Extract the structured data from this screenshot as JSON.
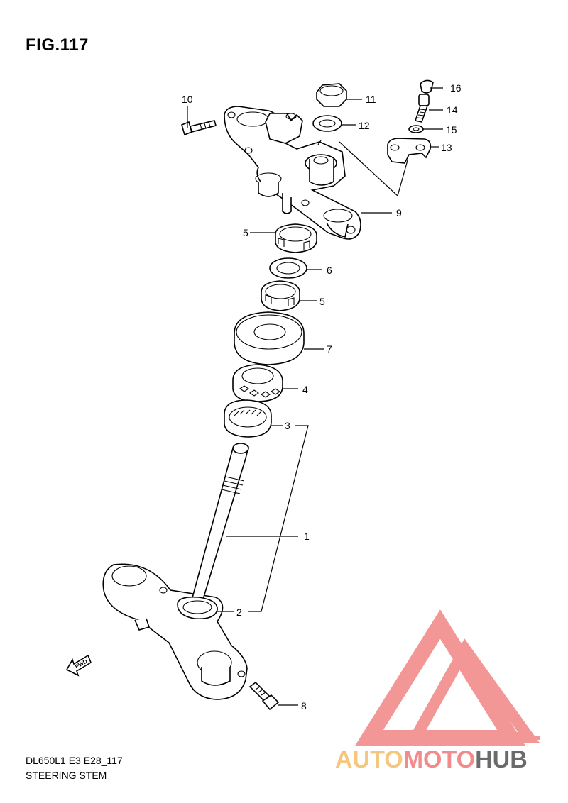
{
  "figure": {
    "title": "FIG.117",
    "code": "DL650L1 E3 E28_117",
    "name": "STEERING STEM"
  },
  "direction_marker": "FWD",
  "callouts": [
    {
      "id": "c1",
      "label": "1"
    },
    {
      "id": "c2",
      "label": "2"
    },
    {
      "id": "c3",
      "label": "3"
    },
    {
      "id": "c4",
      "label": "4"
    },
    {
      "id": "c5a",
      "label": "5"
    },
    {
      "id": "c5b",
      "label": "5"
    },
    {
      "id": "c6",
      "label": "6"
    },
    {
      "id": "c7",
      "label": "7"
    },
    {
      "id": "c8",
      "label": "8"
    },
    {
      "id": "c9",
      "label": "9"
    },
    {
      "id": "c10",
      "label": "10"
    },
    {
      "id": "c11",
      "label": "11"
    },
    {
      "id": "c12",
      "label": "12"
    },
    {
      "id": "c13",
      "label": "13"
    },
    {
      "id": "c14",
      "label": "14"
    },
    {
      "id": "c15",
      "label": "15"
    },
    {
      "id": "c16",
      "label": "16"
    }
  ],
  "watermark": {
    "text": "AUTOMOTOHUB",
    "colors": {
      "logo": "#f28b8b",
      "accent": "#f5c77e",
      "hub": "#6b6b6b"
    }
  }
}
